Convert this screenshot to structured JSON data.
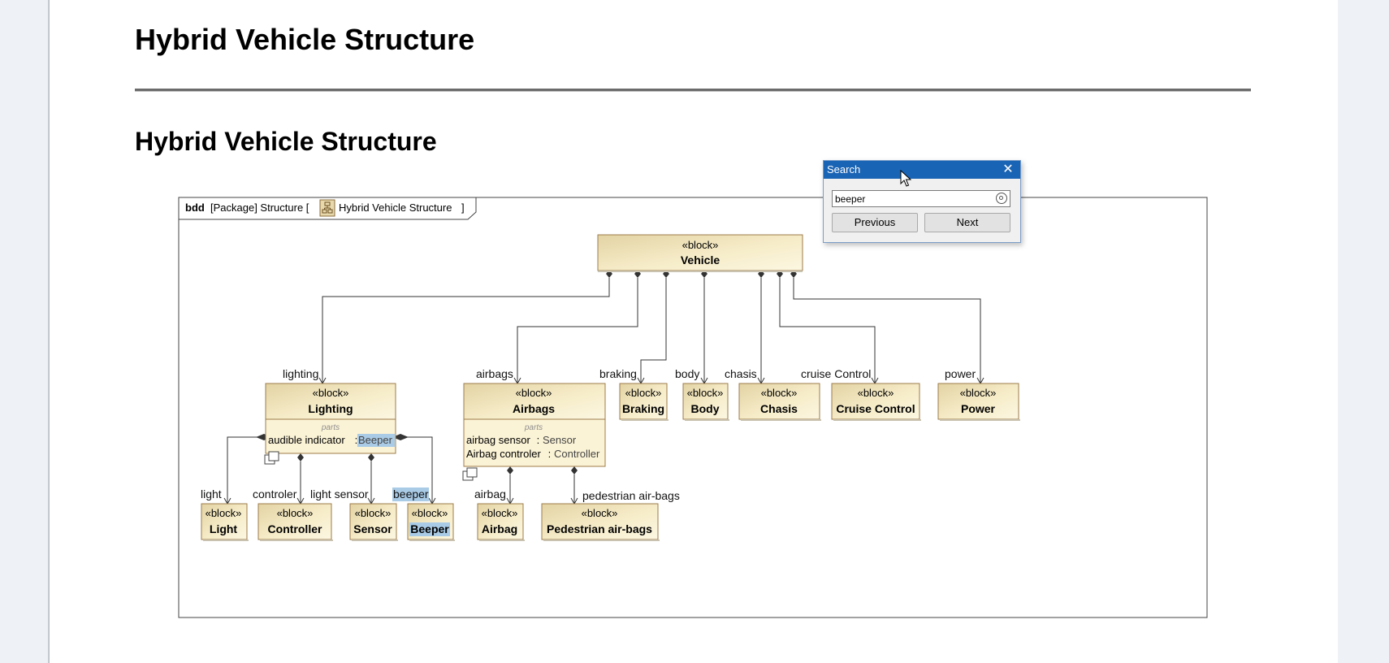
{
  "document": {
    "title": "Hybrid Vehicle Structure",
    "section_heading": "Hybrid Vehicle Structure"
  },
  "diagram": {
    "frame_kind": "bdd",
    "frame_label_pre": "[Package] Structure [",
    "frame_label_name": "Hybrid Vehicle Structure",
    "frame_label_post": "]",
    "stereotype": "«block»",
    "parts_label": "parts",
    "vehicle": "Vehicle",
    "blocks": {
      "lighting": "Lighting",
      "airbags": "Airbags",
      "braking": "Braking",
      "body": "Body",
      "chasis": "Chasis",
      "cruise_control": "Cruise Control",
      "power": "Power",
      "light": "Light",
      "controller": "Controller",
      "sensor": "Sensor",
      "beeper": "Beeper",
      "airbag": "Airbag",
      "pedestrian_airbags": "Pedestrian air-bags"
    },
    "roles": {
      "lighting": "lighting",
      "airbags": "airbags",
      "braking": "braking",
      "body": "body",
      "chasis": "chasis",
      "cruise_control": "cruise Control",
      "power": "power",
      "light": "light",
      "controler": "controler",
      "light_sensor": "light sensor",
      "beeper": "beeper",
      "airbag": "airbag",
      "pedestrian_airbags": "pedestrian air-bags"
    },
    "lighting_parts": [
      {
        "name": "audible indicator",
        "sep": " : ",
        "type": "Beeper",
        "highlighted": true
      }
    ],
    "airbags_parts": [
      {
        "name": "airbag sensor",
        "sep": " : ",
        "type": "Sensor"
      },
      {
        "name": "Airbag controler",
        "sep": " : ",
        "type": "Controller"
      }
    ],
    "highlight_color": "#a9cbe6",
    "block_fill_light": "#fbf4d8",
    "block_fill_dark": "#e3d3a4",
    "block_border": "#9c7b4a"
  },
  "search_dialog": {
    "title": "Search",
    "query": "beeper",
    "previous_label": "Previous",
    "next_label": "Next",
    "title_bar_color": "#1a64b5"
  }
}
